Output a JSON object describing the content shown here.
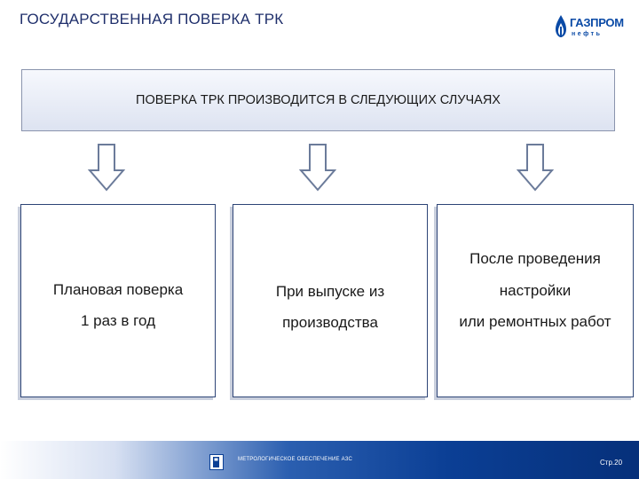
{
  "slide": {
    "title": "ГОСУДАРСТВЕННАЯ ПОВЕРКА ТРК"
  },
  "logo": {
    "word": "ГАЗПРОМ",
    "sub": "нефть"
  },
  "header": {
    "text": "ПОВЕРКА ТРК ПРОИЗВОДИТСЯ В СЛЕДУЮЩИХ СЛУЧАЯХ"
  },
  "cases": [
    {
      "line1": "Плановая поверка",
      "line2": "1 раз в год"
    },
    {
      "line1": "При выпуске из",
      "line2": "производства"
    },
    {
      "line0": "После проведения",
      "line1": "настройки",
      "line2": "или ремонтных работ"
    }
  ],
  "footer": {
    "text": "МЕТРОЛОГИЧЕСКОЕ ОБЕСПЕЧЕНИЕ АЗС",
    "page": "Стр.20"
  },
  "colors": {
    "title": "#1f2f6b",
    "brand": "#0a4aa6",
    "box_border": "#2d4476",
    "footer_dark": "#06307a"
  }
}
